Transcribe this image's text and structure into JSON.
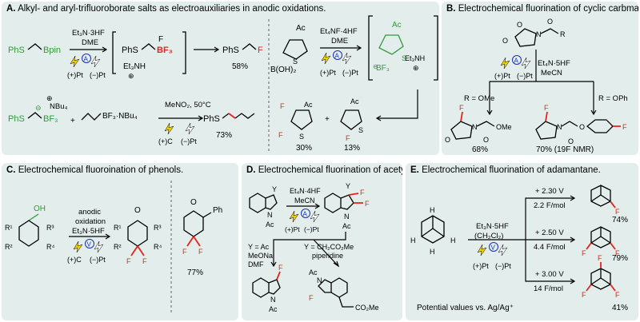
{
  "panels": {
    "a": {
      "letter": "A.",
      "title": "Alkyl- and aryl-trifluoroborate salts as electroauxiliaries in anodic oxidations."
    },
    "b": {
      "letter": "B.",
      "title": "Electrochemical fluorination of cyclic carbmates."
    },
    "c": {
      "letter": "C.",
      "title": "Electrochemical fluoroination of phenols."
    },
    "d": {
      "letter": "D.",
      "title": "Electrochemical fluorination of acetylindoles."
    },
    "e": {
      "letter": "E.",
      "title": "Electrochemical fluorination of adamantane."
    }
  },
  "labels": {
    "a1_reagent": "Et₃N·3HF",
    "a1_solvent": "DME",
    "a2_reagent": "Et₄NF·4HF",
    "a2_solvent": "DME",
    "a3_solvent": "MeNO₂, 50°C",
    "b_reagent": "Et₄N·5HF",
    "b_solvent": "MeCN",
    "b_r1": "R = OMe",
    "b_r2": "R = OPh",
    "c_line1": "anodic",
    "c_line2": "oxidation",
    "c_reagent": "Et₃N·5HF",
    "d_reagent": "Et₄N·4HF",
    "d_solvent": "MeCN",
    "d_cond1a": "Y = Ac",
    "d_cond1b": "MeONa",
    "d_cond1c": "DMF",
    "d_cond2a": "Y = CH₂CO₂Me",
    "d_cond2b": "piperidine",
    "e_reagent": "Et₃N·5HF",
    "e_solvent": "(CH₂Cl₂)",
    "e_v1": "+ 2.30 V",
    "e_f1": "2.2 F/mol",
    "e_v2": "+ 2.50 V",
    "e_f2": "4.4 F/mol",
    "e_v3": "+ 3.00 V",
    "e_f3": "14 F/mol",
    "e_note": "Potential values vs. Ag/Ag⁺",
    "pt_plus": "(+)Pt",
    "pt_minus": "(−)Pt",
    "c_plus": "(+)C",
    "mode_a": "A",
    "mode_v": "V",
    "bpin": "Bpin",
    "phs": "PhS",
    "bf3": "BF₃",
    "et3nh": "Et₃NH",
    "nbu4": "NBu₄",
    "bf3nbu4": "BF₃·NBu₄",
    "ac": "Ac",
    "boh2": "B(OH)₂",
    "f": "F",
    "ome": "OMe",
    "oh": "OH",
    "ph": "Ph",
    "co2me": "CO₂Me",
    "y": "Y",
    "n": "N",
    "h": "H",
    "s": "S",
    "r": "R",
    "r1": "R¹",
    "r2": "R²",
    "r3": "R³",
    "r4": "R⁴"
  },
  "yields": {
    "a1": "58%",
    "a2": "73%",
    "a3": "30%",
    "a4": "13%",
    "b1": "68%",
    "b2": "70% (19F NMR)",
    "c1": "77%",
    "e1": "74%",
    "e2": "79%",
    "e3": "41%"
  },
  "colors": {
    "panel_bg": "#e3eeec",
    "fluorine": "#e2231a",
    "boron": "#2f9a3a",
    "electrode": "#f2d300",
    "mode_circle": "#1a2fb4"
  }
}
